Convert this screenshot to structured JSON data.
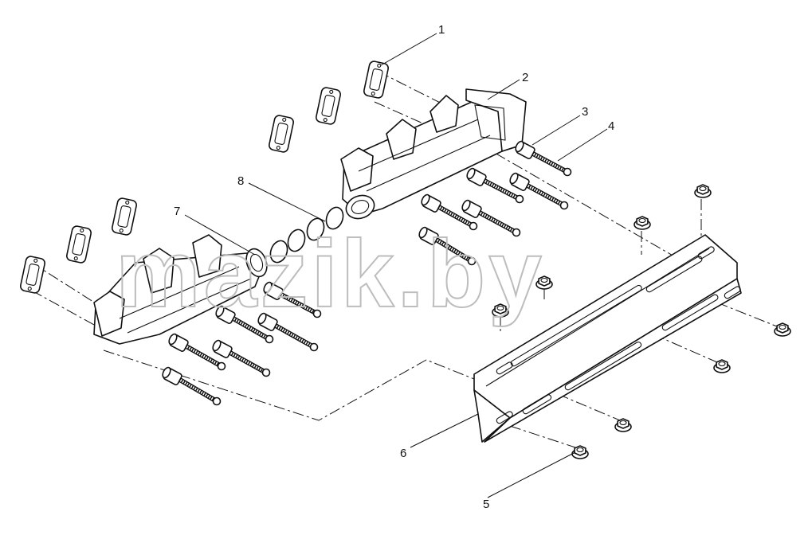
{
  "watermark": "mazik.by",
  "callouts": [
    {
      "id": "1",
      "label": "1"
    },
    {
      "id": "2",
      "label": "2"
    },
    {
      "id": "3",
      "label": "3"
    },
    {
      "id": "4",
      "label": "4"
    },
    {
      "id": "5",
      "label": "5"
    },
    {
      "id": "6",
      "label": "6"
    },
    {
      "id": "7",
      "label": "7"
    },
    {
      "id": "8",
      "label": "8"
    }
  ]
}
